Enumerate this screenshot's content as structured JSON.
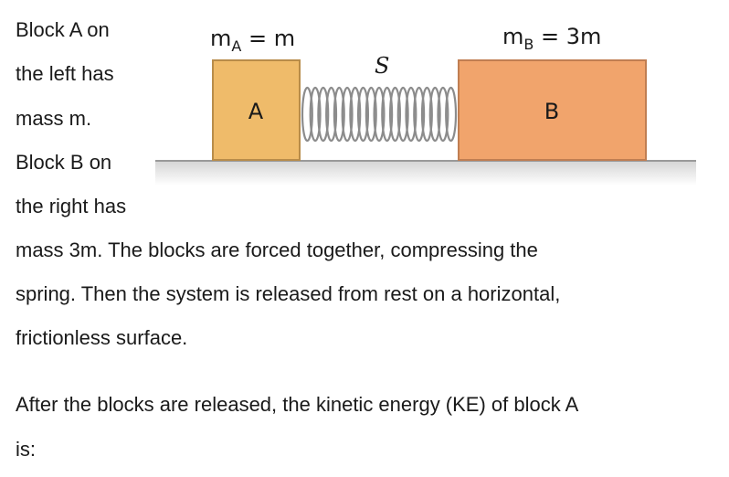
{
  "problem": {
    "lines": [
      "Block A on",
      "the left has",
      "mass m.",
      "Block B on",
      "the right has",
      "mass 3m. The blocks are forced together, compressing the",
      "spring.  Then the system is released from rest on a horizontal,",
      "frictionless surface.",
      "After the blocks are released, the kinetic energy (KE) of block A",
      "is:"
    ]
  },
  "diagram": {
    "mass_a": {
      "symbol": "m",
      "sub": "A",
      "value": "m"
    },
    "mass_b": {
      "symbol": "m",
      "sub": "B",
      "value": "3m"
    },
    "spring_label": "S",
    "block_a_label": "A",
    "block_b_label": "B",
    "colors": {
      "block_a_fill": "#efbb6a",
      "block_a_stroke": "#b88c4a",
      "block_b_fill": "#f1a46c",
      "block_b_stroke": "#c07e52",
      "spring": "#8c8c8c",
      "ground": "#9a9a9a"
    }
  }
}
